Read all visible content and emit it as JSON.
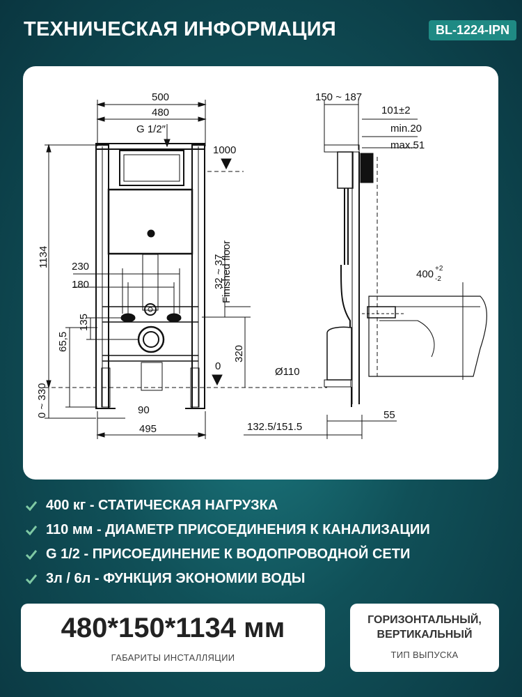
{
  "header": {
    "title": "ТЕХНИЧЕСКАЯ ИНФОРМАЦИЯ",
    "model": "BL-1224-IPN"
  },
  "drawing": {
    "front": {
      "width_outer": "500",
      "width_inner": "480",
      "inlet": "G 1/2″",
      "height_total": "1134",
      "height_top_mark": "1000",
      "zero_mark": "0",
      "bolt_spacing_outer": "230",
      "bolt_spacing_inner": "180",
      "finished_floor_label": "Finished floor",
      "finished_floor_range": "32 ~ 37",
      "dim_135": "135",
      "dim_65_5": "65,5",
      "dim_320": "320",
      "dim_0_330": "0 ~ 330",
      "leg_spacing": "90",
      "base_width": "495"
    },
    "side": {
      "depth_range": "150 ~ 187",
      "depth_plate": "101±2",
      "min": "min.20",
      "max": "max.51",
      "bowl_height": "400",
      "bowl_tol_plus": "+2",
      "bowl_tol_minus": "-2",
      "drain_diameter": "Ø110",
      "base_depth": "132.5/151.5",
      "dim_55": "55"
    }
  },
  "features": [
    "400 кг - СТАТИЧЕСКАЯ НАГРУЗКА",
    "110 мм - ДИАМЕТР ПРИСОЕДИНЕНИЯ К КАНАЛИЗАЦИИ",
    "G 1/2 - ПРИСОЕДИНЕНИЕ К ВОДОПРОВОДНОЙ СЕТИ",
    "3л / 6л - ФУНКЦИЯ ЭКОНОМИИ ВОДЫ"
  ],
  "specs": {
    "dimensions_value": "480*150*1134 мм",
    "dimensions_caption": "ГАБАРИТЫ ИНСТАЛЛЯЦИИ",
    "release_line1": "ГОРИЗОНТАЛЬНЫЙ,",
    "release_line2": "ВЕРТИКАЛЬНЫЙ",
    "release_caption": "ТИП ВЫПУСКА"
  },
  "colors": {
    "background": "#105058",
    "badge": "#1f8a84",
    "check": "#7fc9a4"
  },
  "icons": [
    "checkmark-icon"
  ]
}
